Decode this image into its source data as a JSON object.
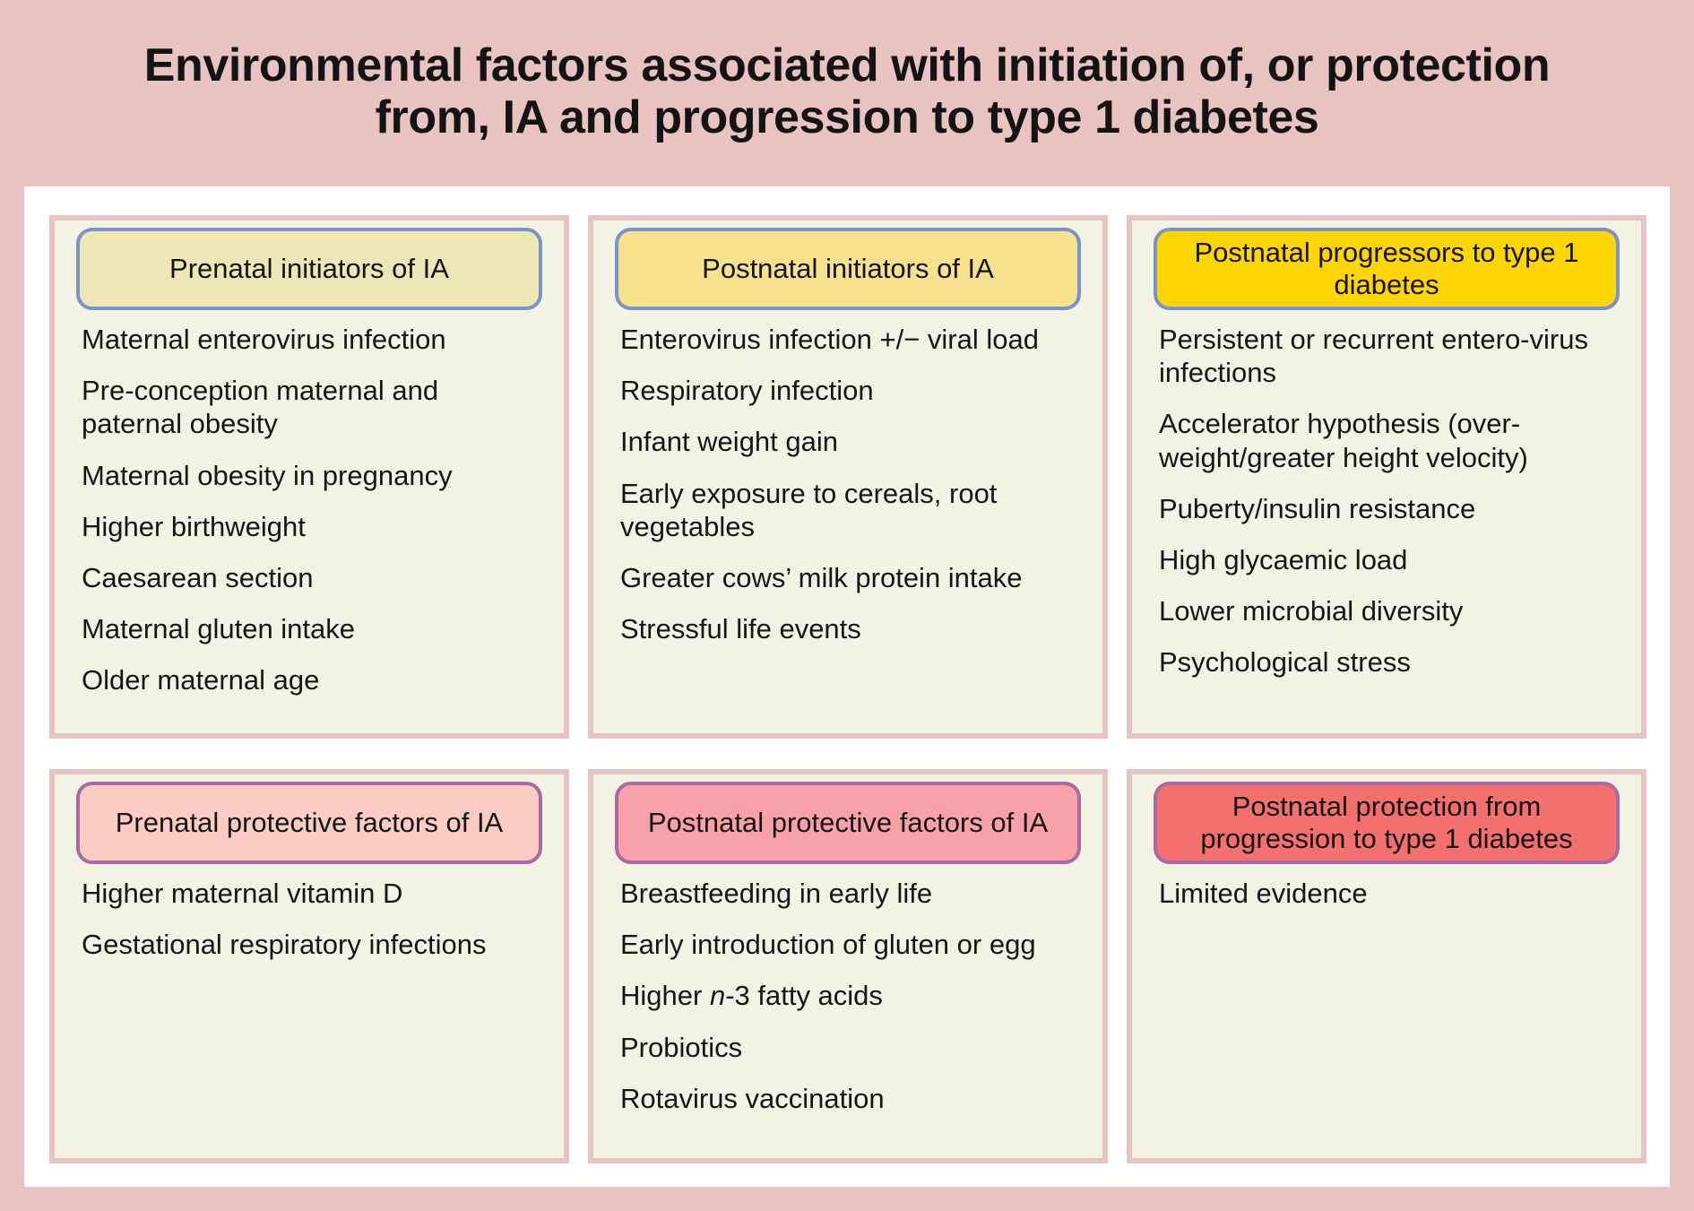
{
  "figure": {
    "title": "Environmental factors associated with initiation of, or protection from, IA and progression to type 1 diabetes",
    "title_line_1": "Environmental factors associated with initiation of, or protection",
    "title_line_2": "from, IA and progression to type 1 diabetes",
    "colors": {
      "banner_background": "#e8c3c0",
      "card_background": "#ffffff",
      "panel_background": "#f3f3e4",
      "panel_border": "#e6c4c1",
      "badge_border_blue": "#7a93cd",
      "badge_border_purple": "#a96aa6",
      "badge_yellow_pale": "#ece7b5",
      "badge_yellow_mid": "#f7e18d",
      "badge_yellow_strong": "#fdd501",
      "badge_pink_pale": "#fbccc4",
      "badge_pink_mid": "#f9a1a9",
      "badge_pink_strong": "#f4706e",
      "text": "#161616"
    }
  },
  "panels": [
    {
      "id": "prenatal-initiators",
      "header": "Prenatal initiators of IA",
      "badge_style": "badge-yellow-pale",
      "items": [
        "Maternal enterovirus infection",
        "Pre-conception maternal and paternal obesity",
        "Maternal obesity in pregnancy",
        "Higher birthweight",
        "Caesarean section",
        "Maternal gluten intake",
        "Older maternal age"
      ]
    },
    {
      "id": "postnatal-initiators",
      "header": "Postnatal initiators of IA",
      "badge_style": "badge-yellow-mid",
      "items": [
        "Enterovirus infection +/− viral load",
        "Respiratory infection",
        "Infant weight gain",
        "Early exposure to cereals, root vegetables",
        "Greater cows’ milk protein intake",
        "Stressful life events"
      ]
    },
    {
      "id": "postnatal-progressors",
      "header": "Postnatal progressors to type 1 diabetes",
      "badge_style": "badge-yellow-strong",
      "items": [
        "Persistent or recurrent entero-virus infections",
        "Accelerator hypothesis (over-weight/greater height velocity)",
        "Puberty/insulin resistance",
        "High glycaemic load",
        "Lower microbial diversity",
        "Psychological stress"
      ]
    },
    {
      "id": "prenatal-protective",
      "header": "Prenatal protective factors of IA",
      "badge_style": "badge-pink-pale",
      "items": [
        "Higher maternal vitamin D",
        "Gestational respiratory infections"
      ]
    },
    {
      "id": "postnatal-protective",
      "header": "Postnatal protective factors of IA",
      "badge_style": "badge-pink-mid",
      "items": [
        "Breastfeeding in early life",
        "Early introduction of gluten or egg",
        "Higher n-3 fatty acids",
        "Probiotics",
        "Rotavirus vaccination"
      ],
      "italic_tokens": {
        "2": "n"
      }
    },
    {
      "id": "postnatal-protection-progression",
      "header": "Postnatal protection from progression to type 1 diabetes",
      "badge_style": "badge-pink-strong",
      "items": [
        "Limited evidence"
      ]
    }
  ]
}
